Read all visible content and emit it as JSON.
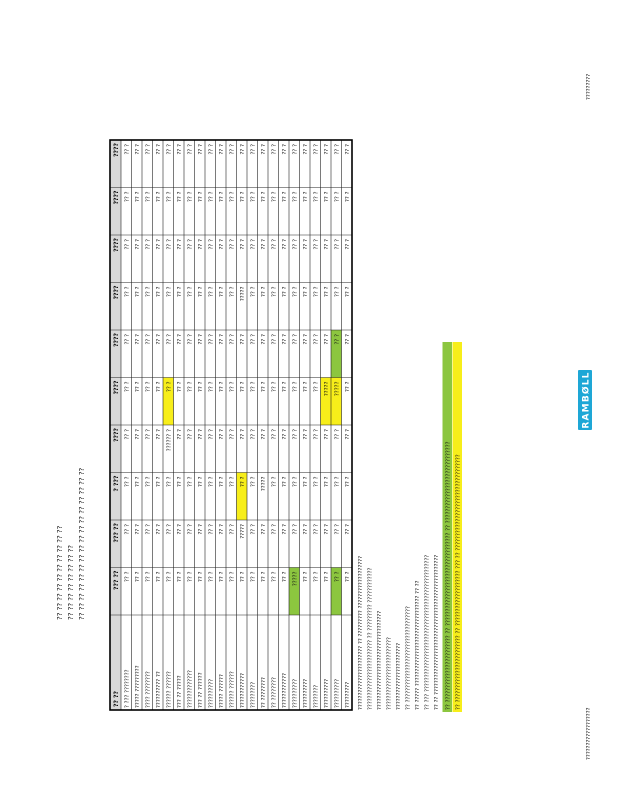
{
  "document": {
    "caption_lines": [
      "?? ?? ?? ?? ?? ?? ?? ?? ?? ??",
      "?? ?? ?? ?? ?? ?? ?? ??",
      "?? ?? ?? ?? ?? ?? ?? ?? ?? ?? ?? ?? ?? ?? ?? ??"
    ],
    "brand": "RAMBØLL",
    "page_number_left": "??????????????????",
    "page_number_right": "?????????"
  },
  "table": {
    "columns": [
      "?? ??",
      "??? ??",
      "??? ??",
      "? ???",
      "????",
      "????",
      "????",
      "????",
      "????",
      "????",
      "????"
    ],
    "rows": [
      {
        "label": "? ??? ????????",
        "cells": [
          "?? ?",
          "?? ?",
          "?? ?",
          "?? ?",
          "?? ?",
          "?? ?",
          "?? ?",
          "?? ?",
          "?? ?",
          "?? ?"
        ]
      },
      {
        "label": "????? ?????????",
        "cells": [
          "?? ?",
          "?? ?",
          "?? ?",
          "?? ?",
          "?? ?",
          "?? ?",
          "?? ?",
          "?? ?",
          "?? ?",
          "?? ?"
        ]
      },
      {
        "label": "???? ????????",
        "cells": [
          "?? ?",
          "?? ?",
          "?? ?",
          "?? ?",
          "?? ?",
          "?? ?",
          "?? ?",
          "?? ?",
          "?? ?",
          "?? ?"
        ]
      },
      {
        "label": "?????????? ??",
        "cells": [
          "?? ?",
          "?? ?",
          "?? ?",
          "?? ?",
          "?? ?",
          "?? ?",
          "?? ?",
          "?? ?",
          "?? ?",
          "?? ?"
        ]
      },
      {
        "label": "?????? ??????",
        "cells": [
          "?? ?",
          "?? ?",
          "?? ?",
          "?????? ?",
          "?? ?",
          "?? ?",
          "?? ?",
          "?? ?",
          "?? ?",
          "?? ?"
        ]
      },
      {
        "label": "??? ?? ?????",
        "cells": [
          "?? ?",
          "?? ?",
          "?? ?",
          "?? ?",
          "?? ?",
          "?? ?",
          "?? ?",
          "?? ?",
          "?? ?",
          "?? ?"
        ]
      },
      {
        "label": "?????????????",
        "cells": [
          "?? ?",
          "?? ?",
          "?? ?",
          "?? ?",
          "?? ?",
          "?? ?",
          "?? ?",
          "?? ?",
          "?? ?",
          "?? ?"
        ]
      },
      {
        "label": "??? ?? ??????",
        "cells": [
          "?? ?",
          "?? ?",
          "?? ?",
          "?? ?",
          "?? ?",
          "?? ?",
          "?? ?",
          "?? ?",
          "?? ?",
          "?? ?"
        ]
      },
      {
        "label": "??????????",
        "cells": [
          "?? ?",
          "?? ?",
          "?? ?",
          "?? ?",
          "?? ?",
          "?? ?",
          "?? ?",
          "?? ?",
          "?? ?",
          "?? ?"
        ]
      },
      {
        "label": "????? ??????",
        "cells": [
          "?? ?",
          "?? ?",
          "?? ?",
          "?? ?",
          "?? ?",
          "?? ?",
          "?? ?",
          "?? ?",
          "?? ?",
          "?? ?"
        ]
      },
      {
        "label": "?????? ??????",
        "cells": [
          "?? ?",
          "?? ?",
          "?? ?",
          "?? ?",
          "?? ?",
          "?? ?",
          "?? ?",
          "?? ?",
          "?? ?",
          "?? ?"
        ]
      },
      {
        "label": "????????????",
        "cells": [
          "?? ?",
          "?????",
          "?? ?",
          "?? ?",
          "?? ?",
          "?? ?",
          "?????",
          "?? ?",
          "?? ?",
          "?? ?"
        ]
      },
      {
        "label": "?????????",
        "cells": [
          "?? ?",
          "?? ?",
          "?? ?",
          "?? ?",
          "?? ?",
          "?? ?",
          "?? ?",
          "?? ?",
          "?? ?",
          "?? ?"
        ]
      },
      {
        "label": "?? ????????",
        "cells": [
          "?? ?",
          "?? ?",
          "?????",
          "?? ?",
          "?? ?",
          "?? ?",
          "?? ?",
          "?? ?",
          "?? ?",
          "?? ?"
        ]
      },
      {
        "label": "?? ????????",
        "cells": [
          "?? ?",
          "?? ?",
          "?? ?",
          "?? ?",
          "?? ?",
          "?? ?",
          "?? ?",
          "?? ?",
          "?? ?",
          "?? ?"
        ]
      },
      {
        "label": "????????????",
        "cells": [
          "?? ?",
          "?? ?",
          "?? ?",
          "?? ?",
          "?? ?",
          "?? ?",
          "?? ?",
          "?? ?",
          "?? ?",
          "?? ?"
        ]
      },
      {
        "label": "??????????",
        "cells": [
          "?????",
          "?? ?",
          "?? ?",
          "?? ?",
          "?? ?",
          "?? ?",
          "?? ?",
          "?? ?",
          "?? ?",
          "?? ?"
        ]
      },
      {
        "label": "??????????",
        "cells": [
          "?? ?",
          "?? ?",
          "?? ?",
          "?? ?",
          "?? ?",
          "?? ?",
          "?? ?",
          "?? ?",
          "?? ?",
          "?? ?"
        ]
      },
      {
        "label": "????????",
        "cells": [
          "?? ?",
          "?? ?",
          "?? ?",
          "?? ?",
          "?? ?",
          "?? ?",
          "?? ?",
          "?? ?",
          "?? ?",
          "?? ?"
        ]
      },
      {
        "label": "??????????",
        "cells": [
          "?? ?",
          "?? ?",
          "?? ?",
          "?? ?",
          "?????",
          "?? ?",
          "?? ?",
          "?? ?",
          "?? ?",
          "?? ?"
        ]
      },
      {
        "label": "??????????",
        "cells": [
          "?? ?",
          "?? ?",
          "?? ?",
          "?? ?",
          "?????",
          "?? ?",
          "?? ?",
          "?? ?",
          "?? ?",
          "?? ?"
        ]
      },
      {
        "label": "?????????",
        "cells": [
          "?? ?",
          "?? ?",
          "?? ?",
          "?? ?",
          "?? ?",
          "?? ?",
          "?? ?",
          "?? ?",
          "?? ?",
          "?? ?"
        ]
      }
    ],
    "highlights": [
      {
        "row": 4,
        "col": 4,
        "color": "#f7ee1a"
      },
      {
        "row": 11,
        "col": 2,
        "color": "#f7ee1a"
      },
      {
        "row": 16,
        "col": 0,
        "color": "#8cc63f"
      },
      {
        "row": 19,
        "col": 4,
        "color": "#f7ee1a"
      },
      {
        "row": 20,
        "col": 0,
        "color": "#8cc63f"
      },
      {
        "row": 20,
        "col": 4,
        "color": "#f7ee1a"
      },
      {
        "row": 20,
        "col": 5,
        "color": "#8cc63f"
      }
    ]
  },
  "notes": [
    "?????????????????????? ?? ????????? ??????????????????",
    "???????????????????????? ?? ????????? ????????????",
    "??????????????????????????????????",
    "?????????????????????????",
    "???????????????????????",
    "?? ?????????????????????????????????",
    "?? ????? ??????????????????????????????? ?? ??",
    "?? ??? ???????????????????????????????????????????????",
    "?? ?? ????????????????????????????????????????????????"
  ],
  "highlight_notes": [
    {
      "text": "?? ??????????????????????? ?? ???????????????????????????????? ?? ????????????????????????????",
      "color": "#8cc63f"
    },
    {
      "text": "?? ??????????????????????? ?? ??????????????????? ??? ?? ?????????????????????????????????",
      "color": "#f7ee1a"
    }
  ],
  "colors": {
    "header_fill": "#d9d9d9",
    "brand": "#1ea7d6"
  }
}
